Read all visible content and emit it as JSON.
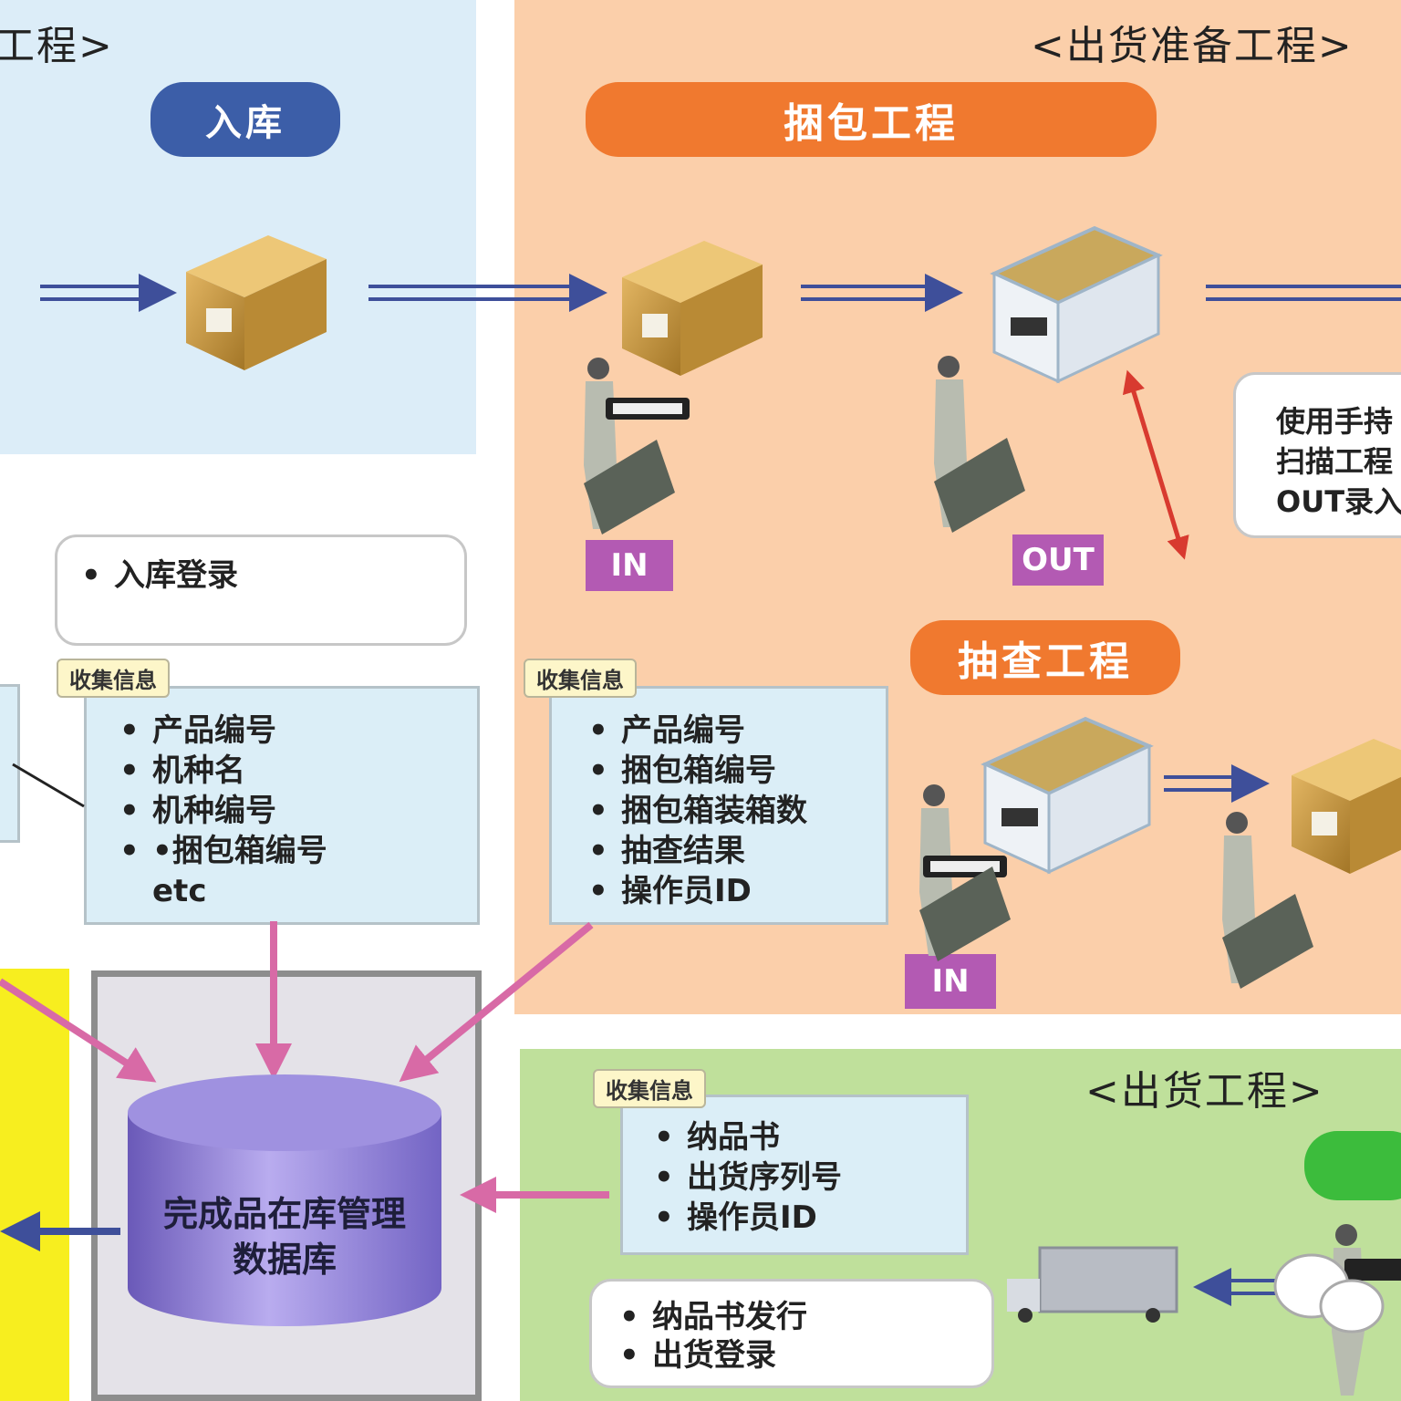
{
  "sections": {
    "receiving_title": "工程>",
    "shipping_prep_title": "<出货准备工程>",
    "shipping_title": "<出货工程>"
  },
  "pills": {
    "inbound": "入库",
    "packing": "捆包工程",
    "inspection": "抽查工程"
  },
  "badges": {
    "packing_in": "IN",
    "packing_out": "OUT",
    "inspection_in": "IN"
  },
  "note_box": {
    "lines": [
      "使用手持",
      "扫描工程",
      "OUT录入"
    ]
  },
  "inbound_action": {
    "items": [
      "入库登录"
    ]
  },
  "collect_tag": "收集信息",
  "inbound_info": {
    "items": [
      "产品编号",
      "机种名",
      "机种编号",
      "•捆包箱编号"
    ],
    "extra": "etc"
  },
  "packing_info": {
    "items": [
      "产品编号",
      "捆包箱编号",
      "捆包箱装箱数",
      "抽查结果",
      "操作员ID"
    ]
  },
  "shipping_info": {
    "items": [
      "纳品书",
      "出货序列号",
      "操作员ID"
    ]
  },
  "shipping_action": {
    "items": [
      "纳品书发行",
      "出货登录"
    ]
  },
  "database": {
    "line1": "完成品在库管理",
    "line2": "数据库"
  },
  "colors": {
    "receiving_bg": "#dcedf8",
    "prep_bg": "#fbcfaa",
    "shipping_bg": "#bfe09b",
    "yellow_strip": "#f7ee1f",
    "inbound_pill": "#3c5ea8",
    "orange_pill": "#f0792f",
    "badge": "#b35ab3",
    "flow_arrow": "#3e4f9a",
    "db_arrow": "#d86aa6",
    "red_arrow": "#d83a2f",
    "database": "#8a7ad0"
  }
}
